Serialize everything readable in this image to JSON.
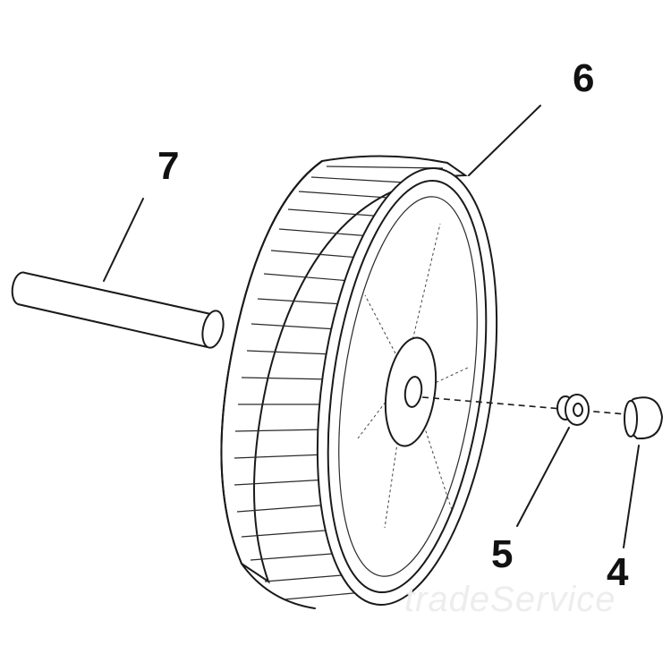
{
  "diagram": {
    "callouts": [
      {
        "id": "6",
        "label": "6",
        "part": "wheel"
      },
      {
        "id": "7",
        "label": "7",
        "part": "axle"
      },
      {
        "id": "5",
        "label": "5",
        "part": "washer"
      },
      {
        "id": "4",
        "label": "4",
        "part": "cap"
      }
    ],
    "watermark": "tradeService",
    "colors": {
      "line": "#1a1a1a",
      "background": "#ffffff",
      "watermark": "#ededed"
    }
  }
}
